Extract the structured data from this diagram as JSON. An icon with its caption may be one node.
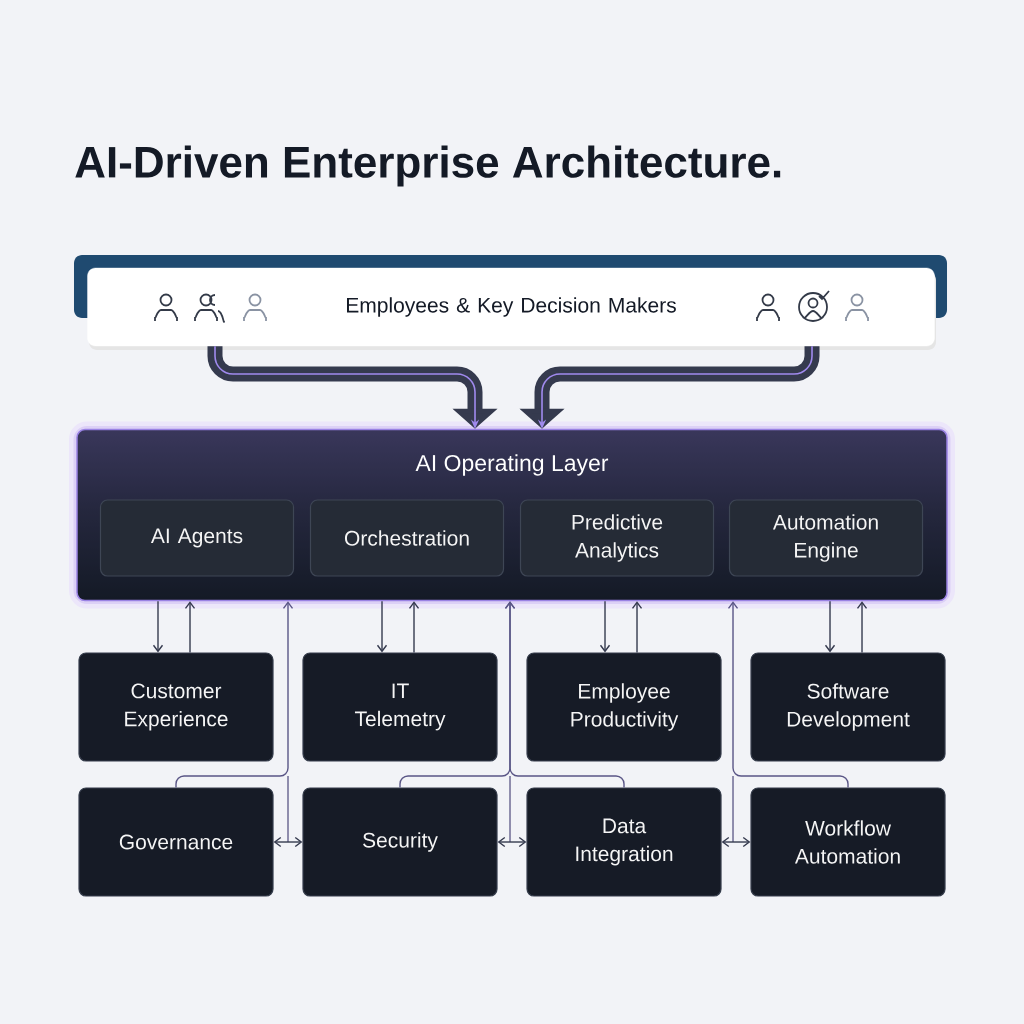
{
  "diagram": {
    "title": "AI-Driven Enterprise Architecture.",
    "nodes": [
      {
        "text": [
          "Employees & Key Decision Makers"
        ]
      },
      {
        "text": [
          "AI Operating Layer"
        ]
      },
      {
        "text": [
          "AI Agents"
        ],
        "in": 1
      },
      {
        "text": [
          "Orchestration"
        ],
        "in": 1
      },
      {
        "text": [
          "Predictive Analytics"
        ],
        "in": 1
      },
      {
        "text": [
          "Automation Engine"
        ],
        "in": 1
      },
      {
        "text": [
          "Customer Experience"
        ]
      },
      {
        "text": [
          "IT Telemetry"
        ]
      },
      {
        "text": [
          "Employee Productivity"
        ]
      },
      {
        "text": [
          "Software Development"
        ]
      },
      {
        "text": [
          "Governance"
        ]
      },
      {
        "text": [
          "Security"
        ]
      },
      {
        "text": [
          "Data Integration"
        ]
      },
      {
        "text": [
          "Workflow Automation"
        ]
      }
    ],
    "edges": [
      {
        "from": 0,
        "to": 1,
        "arrow": "to",
        "style": "thick"
      },
      {
        "from": 0,
        "to": 1,
        "arrow": "to",
        "style": "thick"
      },
      {
        "from": 1,
        "to": 6,
        "arrow": "to"
      },
      {
        "from": 6,
        "to": 1,
        "arrow": "to"
      },
      {
        "from": 1,
        "to": 7,
        "arrow": "to"
      },
      {
        "from": 7,
        "to": 1,
        "arrow": "to"
      },
      {
        "from": 1,
        "to": 8,
        "arrow": "to"
      },
      {
        "from": 8,
        "to": 1,
        "arrow": "to"
      },
      {
        "from": 1,
        "to": 9,
        "arrow": "to"
      },
      {
        "from": 9,
        "to": 1,
        "arrow": "to"
      },
      {
        "from": 10,
        "to": 1,
        "arrow": "to"
      },
      {
        "from": 11,
        "to": 1,
        "arrow": "to"
      },
      {
        "from": 12,
        "to": 1,
        "arrow": "to"
      },
      {
        "from": 13,
        "to": 1,
        "arrow": "to"
      },
      {
        "from": 10,
        "to": 11,
        "arrow": "both"
      },
      {
        "from": 11,
        "to": 12,
        "arrow": "both"
      },
      {
        "from": 12,
        "to": 13,
        "arrow": "both"
      }
    ]
  }
}
